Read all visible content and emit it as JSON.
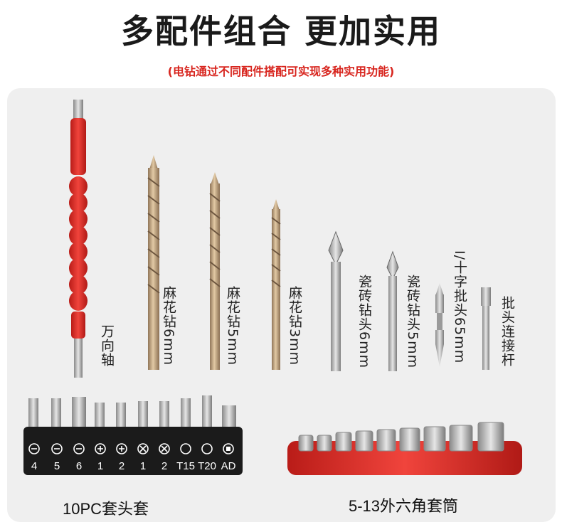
{
  "header": {
    "title": "多配件组合 更加实用",
    "subtitle": "(电钻通过不同配件搭配可实现多种实用功能)"
  },
  "colors": {
    "accent_red": "#d8261f",
    "panel_bg": "#efefef",
    "bit_gold": "#c4a77f",
    "handle_red": "#e8302a"
  },
  "tools": {
    "universal_shaft": "万向轴",
    "twist_drill_6": "麻花钻6mm",
    "twist_drill_5": "麻花钻5mm",
    "twist_drill_3": "麻花钻3mm",
    "tile_drill_6": "瓷砖钻头6mm",
    "tile_drill_5": "瓷砖钻头5mm",
    "screwdriver_bit": "I/十字批头65mm",
    "bit_extension": "批头连接杆"
  },
  "bit_set": {
    "caption": "10PC套头套",
    "labels": [
      "4",
      "5",
      "6",
      "1",
      "2",
      "1",
      "2",
      "T15",
      "T20",
      "AD"
    ],
    "icons": [
      "slot-icon",
      "slot-icon",
      "slot-icon",
      "phillips-icon",
      "phillips-icon",
      "pozi-icon",
      "pozi-icon",
      "torx-icon",
      "torx-icon",
      "square-icon"
    ]
  },
  "socket_set": {
    "caption": "5-13外六角套筒"
  }
}
